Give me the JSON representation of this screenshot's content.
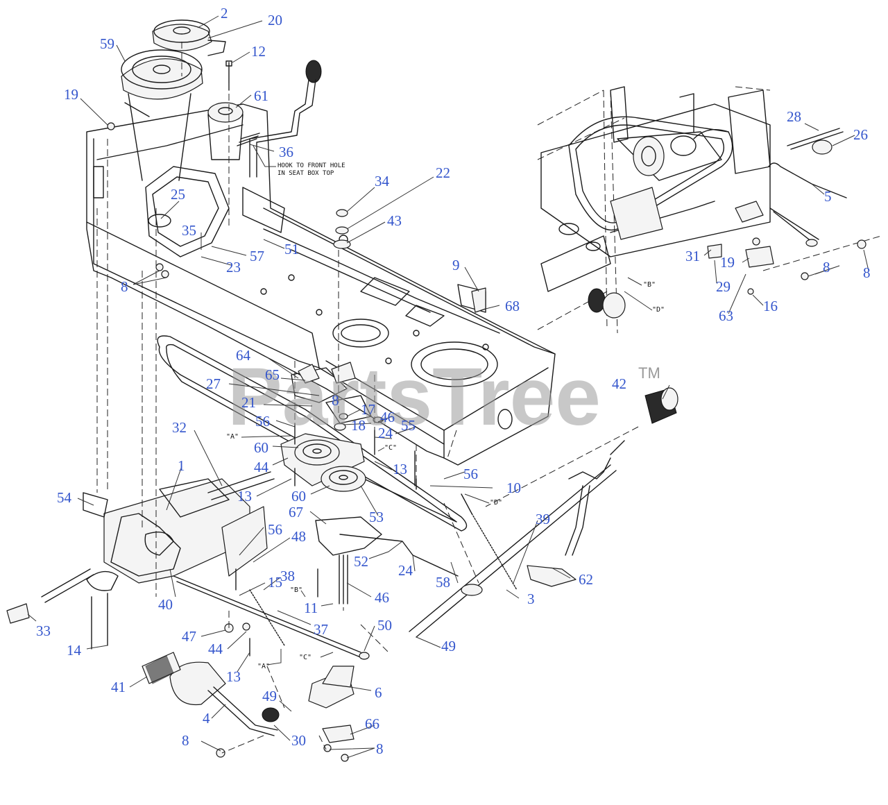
{
  "watermark": {
    "brand": "PartsTree",
    "trademark": "TM"
  },
  "notes": {
    "hook_note_line1": "HOOK TO FRONT HOLE",
    "hook_note_line2": "IN SEAT BOX TOP"
  },
  "reference_labels": {
    "ref_a": "\"A\"",
    "ref_b": "\"B\"",
    "ref_c": "\"C\"",
    "ref_d": "\"D\""
  },
  "callouts": {
    "c1": "1",
    "c2": "2",
    "c3": "3",
    "c4": "4",
    "c5": "5",
    "c6": "6",
    "c8": "8",
    "c9": "9",
    "c10": "10",
    "c11": "11",
    "c12": "12",
    "c13": "13",
    "c14": "14",
    "c15": "15",
    "c16": "16",
    "c17": "17",
    "c18": "18",
    "c19": "19",
    "c20": "20",
    "c21": "21",
    "c22": "22",
    "c23": "23",
    "c24": "24",
    "c25": "25",
    "c26": "26",
    "c27": "27",
    "c28": "28",
    "c29": "29",
    "c30": "30",
    "c31": "31",
    "c32": "32",
    "c33": "33",
    "c34": "34",
    "c35": "35",
    "c36": "36",
    "c37": "37",
    "c38": "38",
    "c39": "39",
    "c40": "40",
    "c41": "41",
    "c42": "42",
    "c43": "43",
    "c44": "44",
    "c46": "46",
    "c47": "47",
    "c48": "48",
    "c49": "49",
    "c50": "50",
    "c51": "51",
    "c52": "52",
    "c53": "53",
    "c54": "54",
    "c55": "55",
    "c56": "56",
    "c57": "57",
    "c58": "58",
    "c59": "59",
    "c60": "60",
    "c61": "61",
    "c62": "62",
    "c63": "63",
    "c64": "64",
    "c65": "65",
    "c66": "66",
    "c67": "67",
    "c68": "68"
  },
  "colors": {
    "callout": "#3355cc",
    "line": "#1a1a1a",
    "watermark": "#9a9a9a"
  }
}
